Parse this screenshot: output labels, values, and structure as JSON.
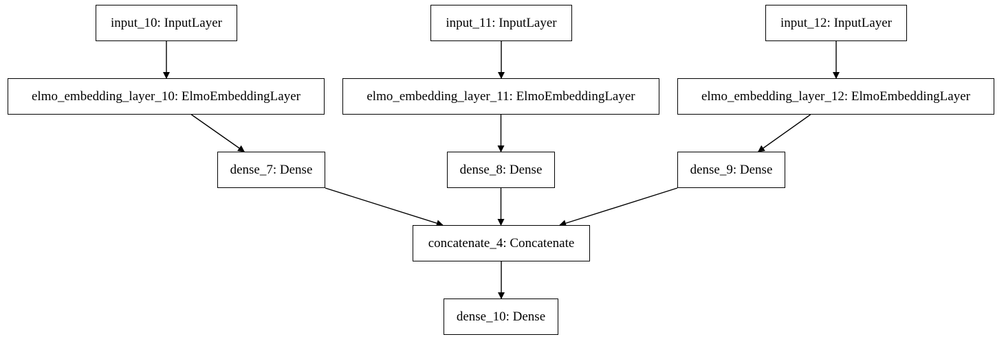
{
  "nodes": {
    "input_10": "input_10: InputLayer",
    "input_11": "input_11: InputLayer",
    "input_12": "input_12: InputLayer",
    "elmo_10": "elmo_embedding_layer_10: ElmoEmbeddingLayer",
    "elmo_11": "elmo_embedding_layer_11: ElmoEmbeddingLayer",
    "elmo_12": "elmo_embedding_layer_12: ElmoEmbeddingLayer",
    "dense_7": "dense_7: Dense",
    "dense_8": "dense_8: Dense",
    "dense_9": "dense_9: Dense",
    "concatenate_4": "concatenate_4: Concatenate",
    "dense_10": "dense_10: Dense"
  },
  "edges": [
    [
      "input_10",
      "elmo_10"
    ],
    [
      "input_11",
      "elmo_11"
    ],
    [
      "input_12",
      "elmo_12"
    ],
    [
      "elmo_10",
      "dense_7"
    ],
    [
      "elmo_11",
      "dense_8"
    ],
    [
      "elmo_12",
      "dense_9"
    ],
    [
      "dense_7",
      "concatenate_4"
    ],
    [
      "dense_8",
      "concatenate_4"
    ],
    [
      "dense_9",
      "concatenate_4"
    ],
    [
      "concatenate_4",
      "dense_10"
    ]
  ]
}
